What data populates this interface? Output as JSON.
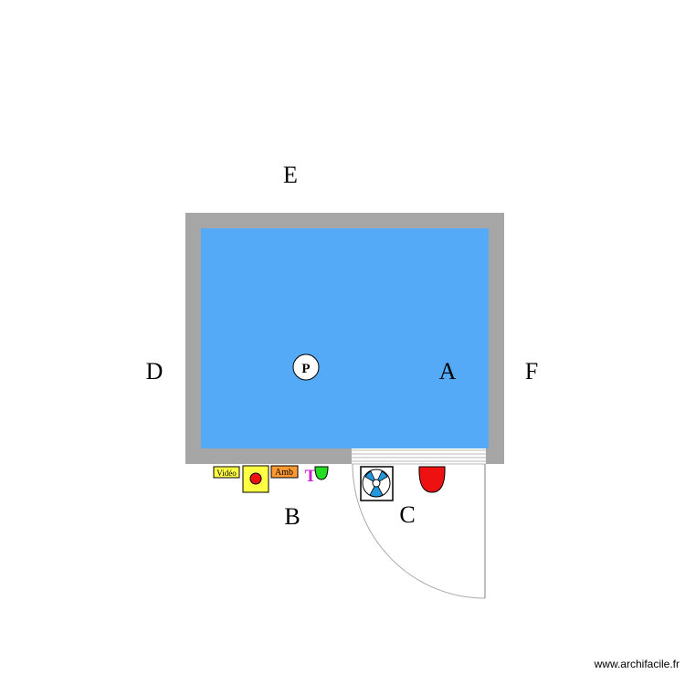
{
  "plan": {
    "labels": {
      "A": "A",
      "B": "B",
      "C": "C",
      "D": "D",
      "E": "E",
      "F": "F"
    },
    "symbols": {
      "video": "Vidéo",
      "amb": "Amb",
      "pump": "P",
      "t_marker": "T"
    }
  },
  "colors": {
    "wall": "#a6a6a6",
    "floor": "#55aaf8",
    "yellow_box": "#ffff44",
    "amb_box": "#ff9a33",
    "red": "#ee1111",
    "green": "#22dd22",
    "magenta": "#cc22cc",
    "fan_blue": "#2299dd"
  },
  "footer": {
    "credit": "www.archifacile.fr"
  }
}
